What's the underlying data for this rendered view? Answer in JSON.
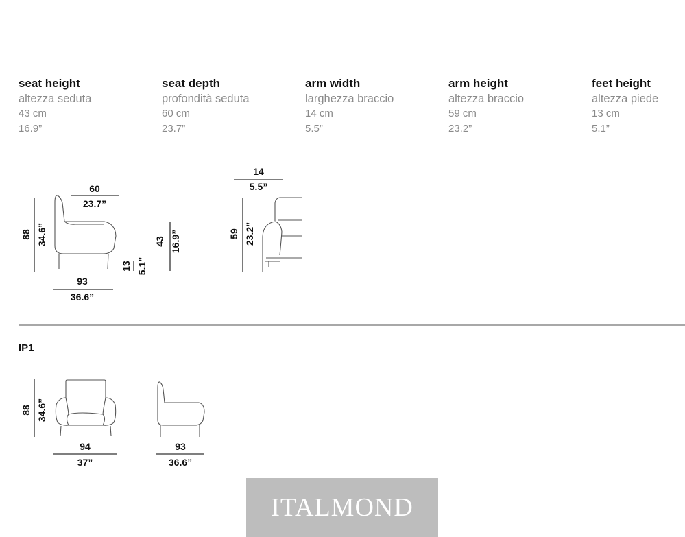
{
  "specs": [
    {
      "title": "seat height",
      "subtitle": "altezza seduta",
      "cm": "43 cm",
      "inch": "16.9”"
    },
    {
      "title": "seat depth",
      "subtitle": "profondità seduta",
      "cm": "60 cm",
      "inch": "23.7”"
    },
    {
      "title": "arm width",
      "subtitle": "larghezza braccio",
      "cm": "14 cm",
      "inch": "5.5”"
    },
    {
      "title": "arm height",
      "subtitle": "altezza braccio",
      "cm": "59 cm",
      "inch": "23.2”"
    },
    {
      "title": "feet height",
      "subtitle": "altezza piede",
      "cm": "13 cm",
      "inch": "5.1”"
    }
  ],
  "diagram_top": {
    "height_cm": "88",
    "height_in": "34.6”",
    "seat_depth_cm": "60",
    "seat_depth_in": "23.7”",
    "depth_cm": "93",
    "depth_in": "36.6”",
    "feet_cm": "13",
    "feet_in": "5.1”",
    "seat_h_cm": "43",
    "seat_h_in": "16.9”",
    "arm_w_cm": "14",
    "arm_w_in": "5.5”",
    "arm_h_cm": "59",
    "arm_h_in": "23.2”"
  },
  "model": {
    "code": "IP1",
    "height_cm": "88",
    "height_in": "34.6”",
    "width_cm": "94",
    "width_in": "37”",
    "depth_cm": "93",
    "depth_in": "36.6”"
  },
  "watermark": "ITALMOND"
}
